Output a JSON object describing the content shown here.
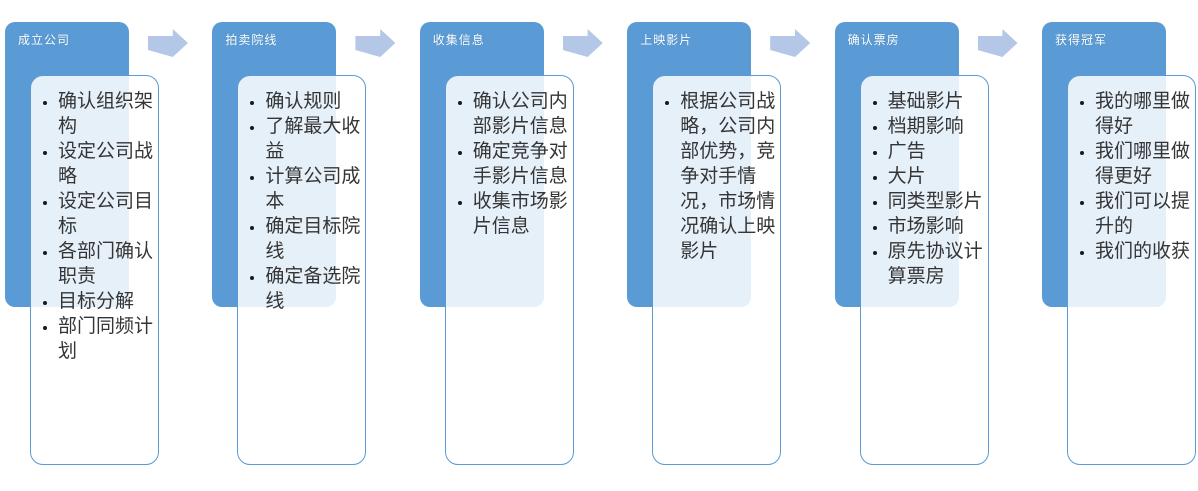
{
  "page": {
    "background": "#ffffff",
    "description_colors": {
      "header_bg": "#5b9bd5",
      "header_text": "#ffffff",
      "card_border": "#5b9bd5",
      "card_tint_over_header": "#e8eef7",
      "body_text": "#353535",
      "arrow": "#b4c7e7"
    }
  },
  "flow": {
    "arrow_icon": "right-block-arrow",
    "stages": [
      {
        "title": "成立公司",
        "items": [
          "确认组织架构",
          "设定公司战略",
          "设定公司目标",
          "各部门确认职责",
          "目标分解",
          "部门同频计划"
        ]
      },
      {
        "title": "拍卖院线",
        "items": [
          "确认规则",
          "了解最大收益",
          "计算公司成本",
          "确定目标院线",
          "确定备选院线"
        ]
      },
      {
        "title": "收集信息",
        "items": [
          "确认公司内部影片信息",
          "确定竞争对手影片信息",
          "收集市场影片信息"
        ]
      },
      {
        "title": "上映影片",
        "items": [
          "根据公司战略，公司内部优势，竞争对手情况，市场情况确认上映影片"
        ]
      },
      {
        "title": "确认票房",
        "items": [
          "基础影片",
          "档期影响",
          "广告",
          "大片",
          "同类型影片",
          "市场影响",
          "原先协议计算票房"
        ]
      },
      {
        "title": "获得冠军",
        "items": [
          "我的哪里做得好",
          "我们哪里做得更好",
          "我们可以提升的",
          "我们的收获"
        ]
      }
    ]
  }
}
